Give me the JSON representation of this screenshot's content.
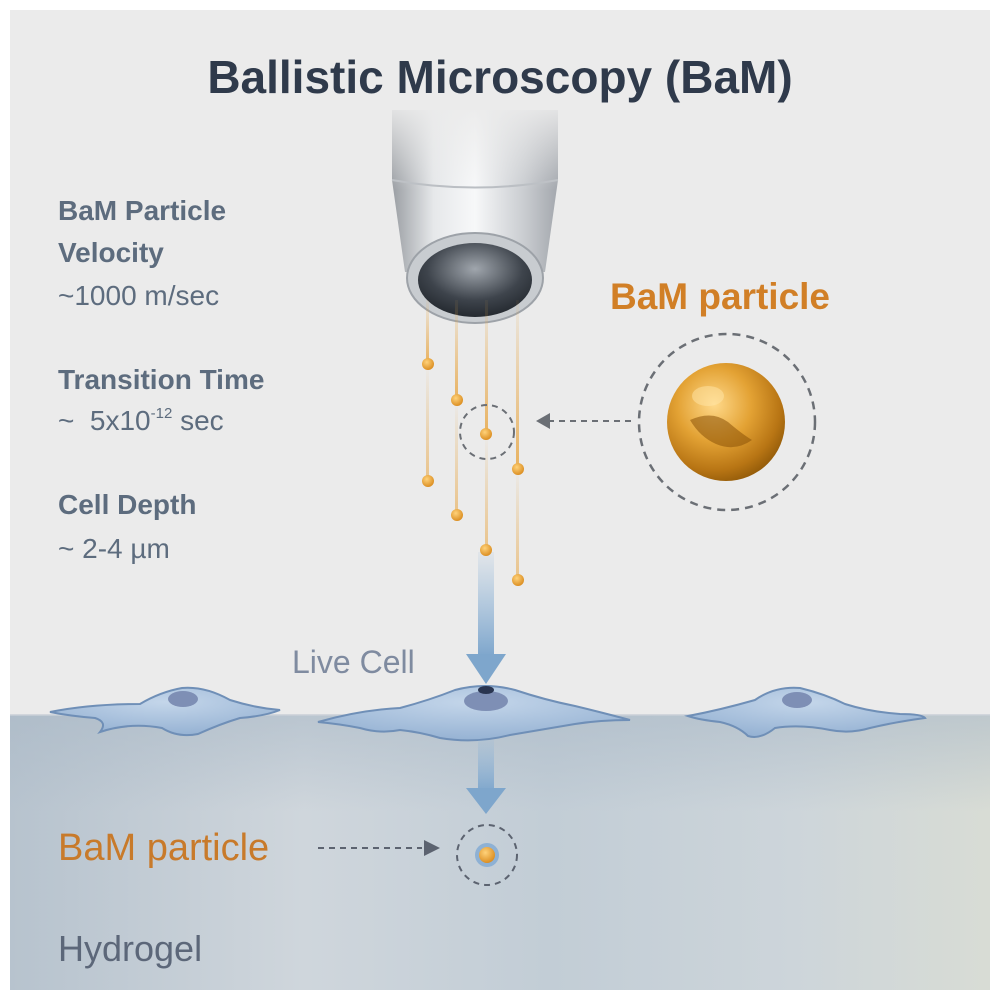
{
  "title": "Ballistic Microscopy (BaM)",
  "specs": {
    "particle_heading": "BaM Particle",
    "velocity_label": "Velocity",
    "velocity_value": "~1000 m/sec",
    "transition_label": "Transition Time",
    "transition_prefix": "~  5x10",
    "transition_exponent": "-12",
    "transition_unit": " sec",
    "depth_label": "Cell Depth",
    "depth_value": "~ 2-4 µm"
  },
  "callouts": {
    "particle_top": "BaM particle",
    "particle_bottom": "BaM particle",
    "live_cell": "Live Cell",
    "hydrogel": "Hydrogel"
  },
  "colors": {
    "title": "#2f3a4b",
    "label": "#5d6c7e",
    "accent_orange": "#d17f26",
    "cell_fill": "#a9c2dd",
    "arrow_blue": "#7ea6cc",
    "background": "#ebebeb"
  },
  "icons": {
    "gun_nozzle": "gene-gun-nozzle-icon",
    "particle": "gold-particle-icon",
    "cell": "live-cell-icon"
  }
}
